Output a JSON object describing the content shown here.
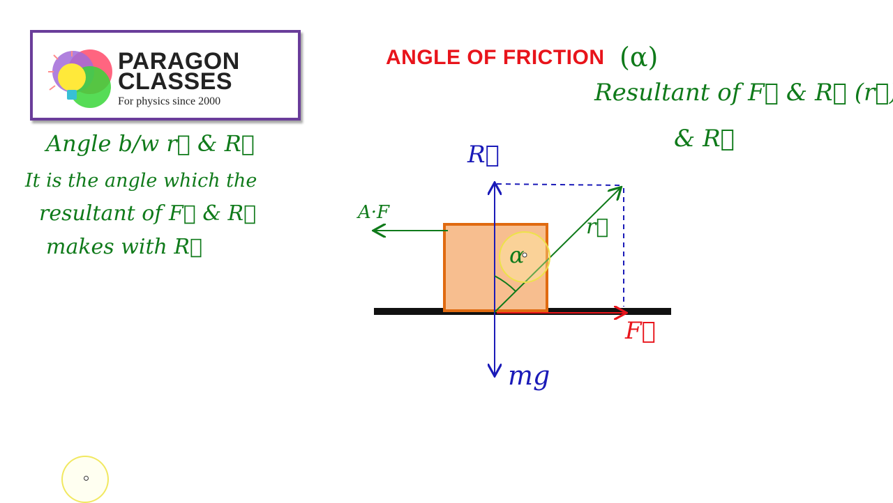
{
  "logo": {
    "line1": "PARAGON",
    "line2": "CLASSES",
    "tagline": "For physics since 2000"
  },
  "title": {
    "text": "ANGLE OF FRICTION",
    "symbol": "(α)"
  },
  "notes_right": {
    "line1": "Resultant of F⃗ & R⃗ (r⃗)",
    "line2": "& R⃗"
  },
  "notes_left": {
    "line1": "Angle b/w r⃗ & R⃗",
    "line2": "It is the angle which the",
    "line3": "resultant of F⃗ & R⃗",
    "line4": "makes with R⃗"
  },
  "diagram": {
    "label_R": "R⃗",
    "label_AF": "A·F",
    "label_r": "r⃗",
    "label_alpha": "α",
    "label_F": "F⃗",
    "label_mg": "mg"
  },
  "colors": {
    "title": "#e8141b",
    "ink_green": "#0f7a1a",
    "ink_blue": "#1a1ab8",
    "ink_red": "#e8141b",
    "block_fill": "#f7be8f",
    "block_border": "#e06a10",
    "logo_border": "#6a3d9a"
  }
}
